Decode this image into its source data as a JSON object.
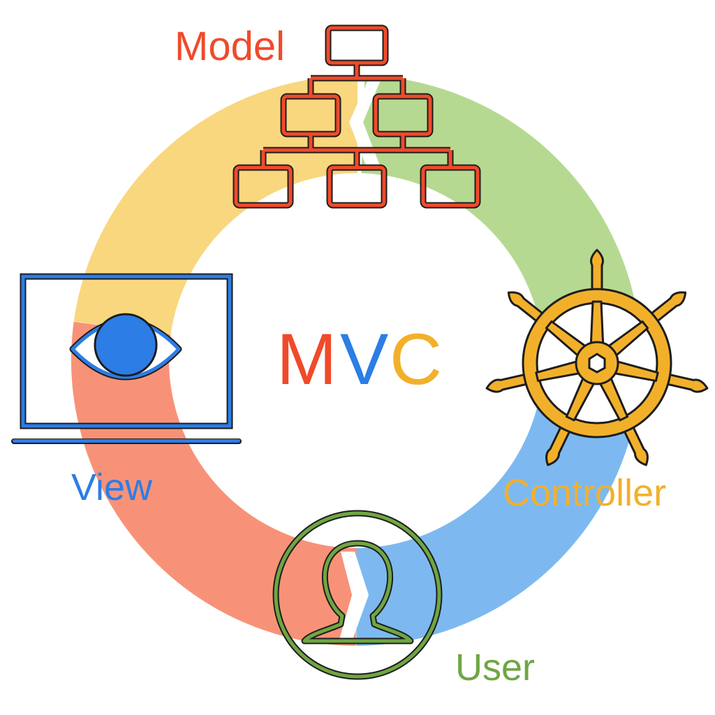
{
  "title": {
    "letters": [
      {
        "text": "M",
        "color": "#F04A2A"
      },
      {
        "text": "V",
        "color": "#2C7DE6"
      },
      {
        "text": "C",
        "color": "#F2B02A"
      }
    ]
  },
  "nodes": {
    "model": {
      "label": "Model",
      "color": "#F04A2A",
      "icon": "org-chart-icon"
    },
    "controller": {
      "label": "Controller",
      "color": "#F2B02A",
      "icon": "ship-wheel-icon"
    },
    "user": {
      "label": "User",
      "color": "#6FA643",
      "icon": "person-icon"
    },
    "view": {
      "label": "View",
      "color": "#2C7DE6",
      "icon": "monitor-eye-icon"
    }
  },
  "ring": {
    "colors": {
      "yellow": "#F9D77E",
      "green": "#B6D991",
      "blue": "#7DB9F0",
      "red": "#F79278"
    }
  }
}
